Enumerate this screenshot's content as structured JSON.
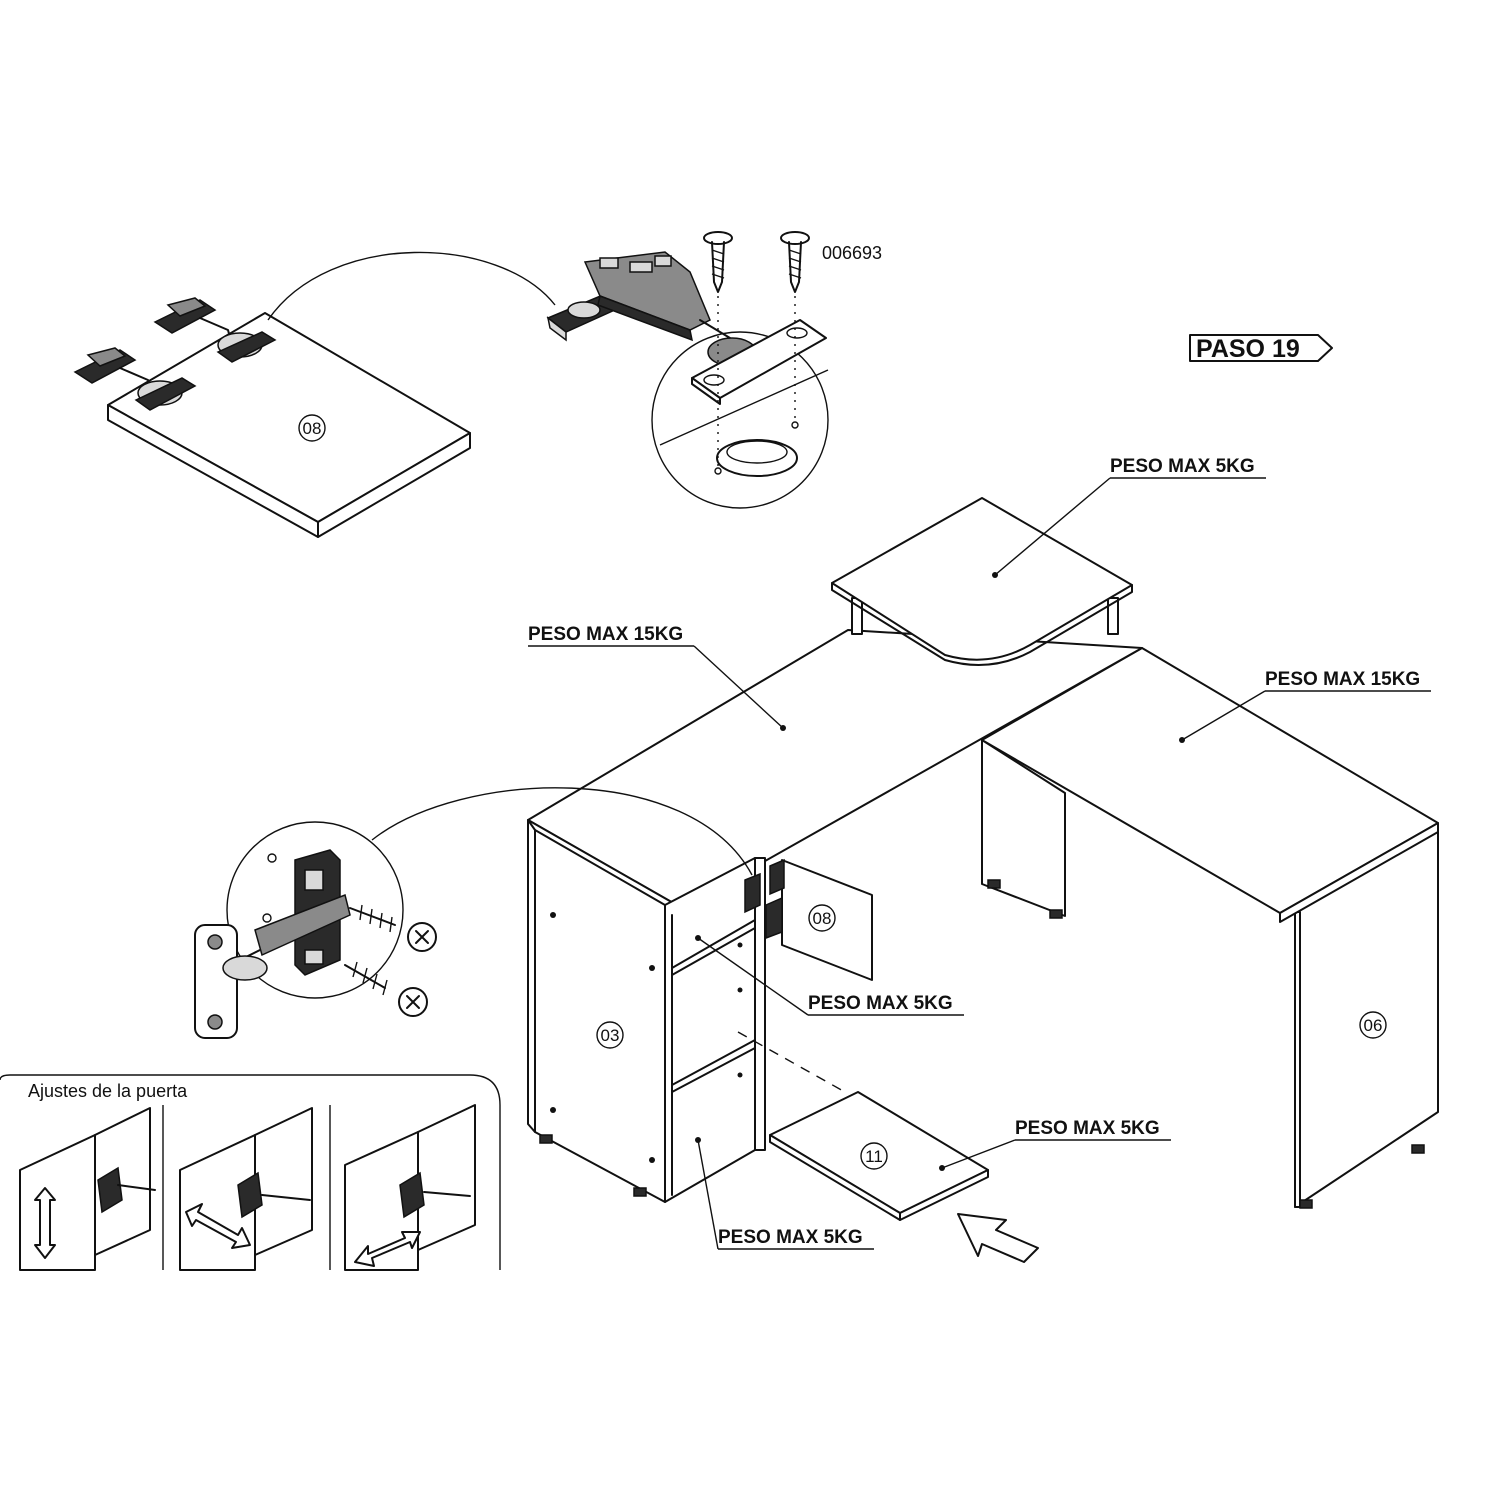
{
  "step": {
    "label": "PASO 19"
  },
  "hardware": {
    "screw_code": "006693"
  },
  "parts": {
    "door_top": "08",
    "door_mounted": "08",
    "side_left": "03",
    "side_right": "06",
    "drawer_bottom": "11"
  },
  "weight_labels": {
    "monitor_shelf": "PESO MAX 5KG",
    "main_top": "PESO MAX 15KG",
    "side_top": "PESO MAX 15KG",
    "door_shelf": "PESO MAX 5KG",
    "lower_shelf": "PESO MAX 5KG",
    "bottom_board": "PESO MAX 5KG"
  },
  "door_adjustment": {
    "title": "Ajustes de la puerta",
    "panels": [
      "vertical",
      "depth",
      "lateral"
    ]
  }
}
